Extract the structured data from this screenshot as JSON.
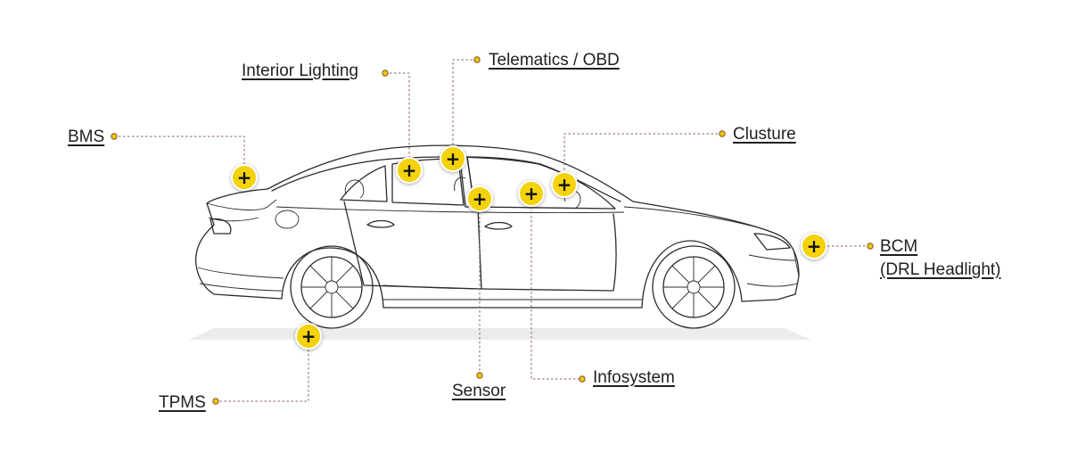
{
  "diagram": {
    "title": "Car electronics systems",
    "components": [
      {
        "id": "bms",
        "label": "BMS"
      },
      {
        "id": "interior_lighting",
        "label": "Interior Lighting"
      },
      {
        "id": "telematics",
        "label": "Telematics / OBD"
      },
      {
        "id": "clusture",
        "label": "Clusture"
      },
      {
        "id": "bcm",
        "label": "BCM",
        "sublabel": "(DRL Headlight)"
      },
      {
        "id": "infosystem",
        "label": "Infosystem"
      },
      {
        "id": "sensor",
        "label": "Sensor"
      },
      {
        "id": "tpms",
        "label": "TPMS"
      }
    ],
    "hotspot_symbol": "+"
  },
  "colors": {
    "hotspot_fill": "#f4d20c",
    "leader_line": "#8a5f66",
    "text": "#1f1f1f",
    "car_outline": "#2b2b2b"
  }
}
